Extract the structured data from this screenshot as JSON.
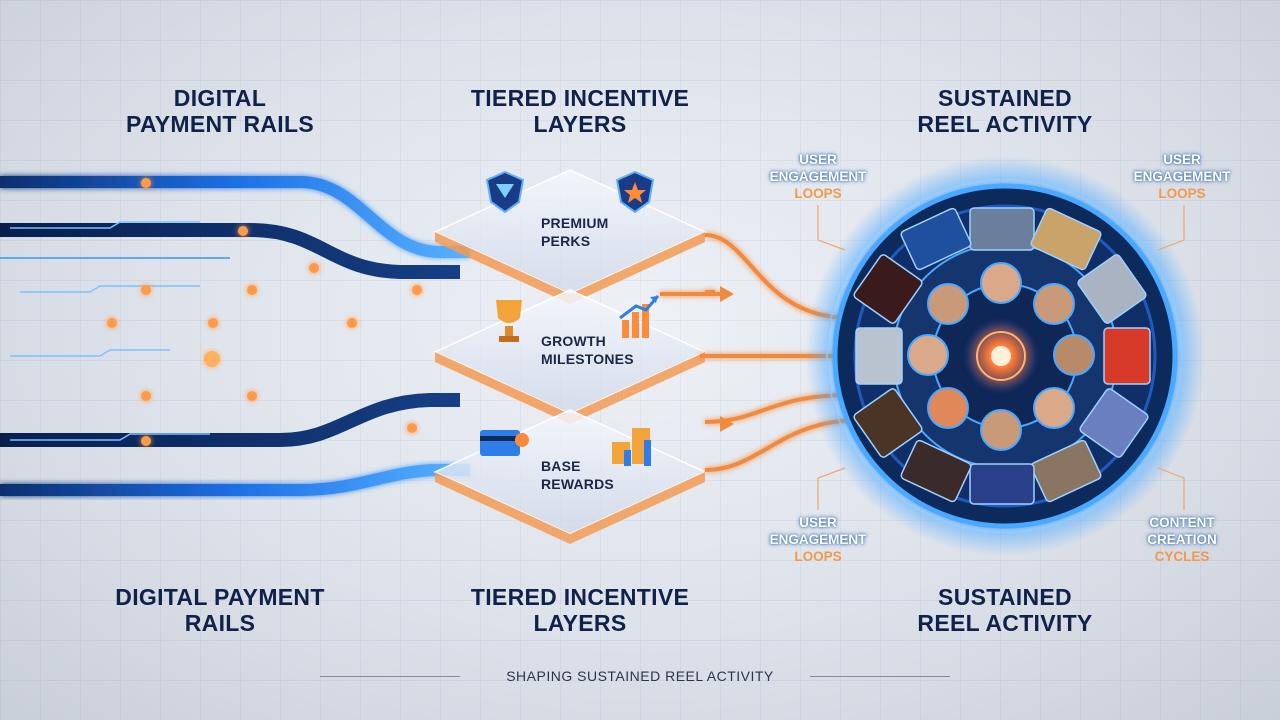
{
  "headings": {
    "top_left": [
      "DIGITAL",
      "PAYMENT RAILS"
    ],
    "top_middle": [
      "TIERED INCENTIVE",
      "LAYERS"
    ],
    "top_right": [
      "SUSTAINED",
      "REEL ACTIVITY"
    ],
    "bottom_left": [
      "DIGITAL PAYMENT",
      "RAILS"
    ],
    "bottom_middle": [
      "TIERED INCENTIVE",
      "LAYERS"
    ],
    "bottom_right": [
      "SUSTAINED",
      "REEL ACTIVITY"
    ]
  },
  "tiers": [
    {
      "label": [
        "PREMIUM",
        "PERKS"
      ],
      "icon": "diamond-badge-icon",
      "icon2": "star-badge-icon"
    },
    {
      "label": [
        "GROWTH",
        "MILESTONES"
      ],
      "icon": "trophy-icon",
      "icon2": "growth-chart-icon"
    },
    {
      "label": [
        "BASE",
        "REWARDS"
      ],
      "icon": "credit-card-icon",
      "icon2": "coin-stack-icon"
    }
  ],
  "loop_labels": {
    "top_left": [
      "USER",
      "ENGAGEMENT",
      "LOOPS"
    ],
    "top_right": [
      "USER",
      "ENGAGEMENT",
      "LOOPS"
    ],
    "bottom_left": [
      "USER",
      "ENGAGEMENT",
      "LOOPS"
    ],
    "bottom_right": [
      "CONTENT",
      "CREATION",
      "CYCLES"
    ]
  },
  "caption": "SHAPING SUSTAINED REEL ACTIVITY",
  "colors": {
    "navy": "#10214a",
    "rail_blue": "#1f6fe0",
    "rail_dark": "#0d2a5c",
    "orange": "#f28a3c",
    "glow_blue": "#4aa8ff"
  }
}
